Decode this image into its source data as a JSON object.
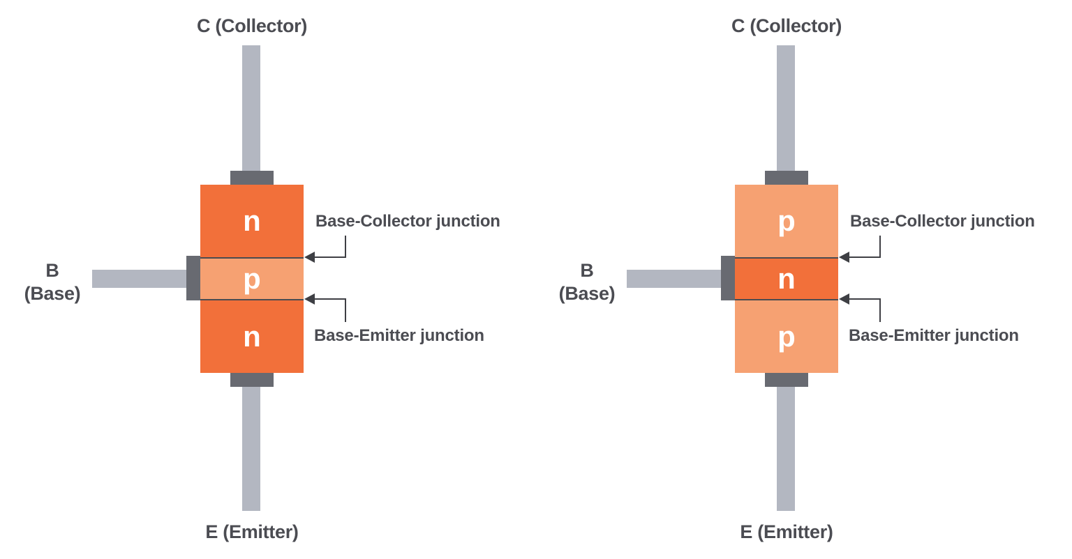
{
  "diagram": {
    "background": "#ffffff",
    "colors": {
      "region_dark_orange": "#f2703a",
      "region_light_orange": "#f6a172",
      "lead_gray": "#b3b7c1",
      "cap_dark_gray": "#686a71",
      "label_text": "#4b4c52",
      "arrow_line": "#3e3f44",
      "junction_line": "#4a4b50",
      "region_letter": "#ffffff"
    },
    "transistors": [
      {
        "id": "npn",
        "collector_label": "C (Collector)",
        "base_label_line1": "B",
        "base_label_line2": "(Base)",
        "emitter_label": "E (Emitter)",
        "regions": [
          "n",
          "p",
          "n"
        ],
        "junction_labels": {
          "base_collector": "Base-Collector junction",
          "base_emitter": "Base-Emitter junction"
        }
      },
      {
        "id": "pnp",
        "collector_label": "C (Collector)",
        "base_label_line1": "B",
        "base_label_line2": "(Base)",
        "emitter_label": "E (Emitter)",
        "regions": [
          "p",
          "n",
          "p"
        ],
        "junction_labels": {
          "base_collector": "Base-Collector junction",
          "base_emitter": "Base-Emitter junction"
        }
      }
    ]
  }
}
